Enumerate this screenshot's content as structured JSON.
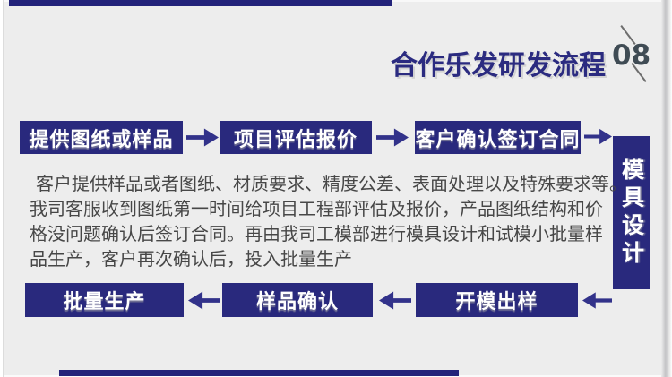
{
  "header": {
    "title": "合作乐发研发流程",
    "page_number": "08"
  },
  "flow_top": {
    "step1": "提供图纸或样品",
    "step2": "项目评估报价",
    "step3": "客户确认签订合同"
  },
  "side_step": "模具设计",
  "description": {
    "lines": [
      "客户提供样品或者图纸、材质要求、精度公差、表面处理以及特殊要求等。",
      "我司客服收到图纸第一时间给项目工程部评估及报价，产品图纸结构和价",
      "格没问题确认后签订合同。再由我司工模部进行模具设计和试模小批量样",
      "品生产，客户再次确认后，投入批量生产"
    ]
  },
  "flow_bottom": {
    "step1": "批量生产",
    "step2": "样品确认",
    "step3": "开模出样"
  },
  "colors": {
    "box_navy": "#29297d",
    "arrow_navy": "#32328a",
    "title_navy": "#2b2b80",
    "page_number": "#3f4b54",
    "paragraph_text": "#474747",
    "background": "#ededed",
    "decor_bar_navy": "#23237a"
  }
}
